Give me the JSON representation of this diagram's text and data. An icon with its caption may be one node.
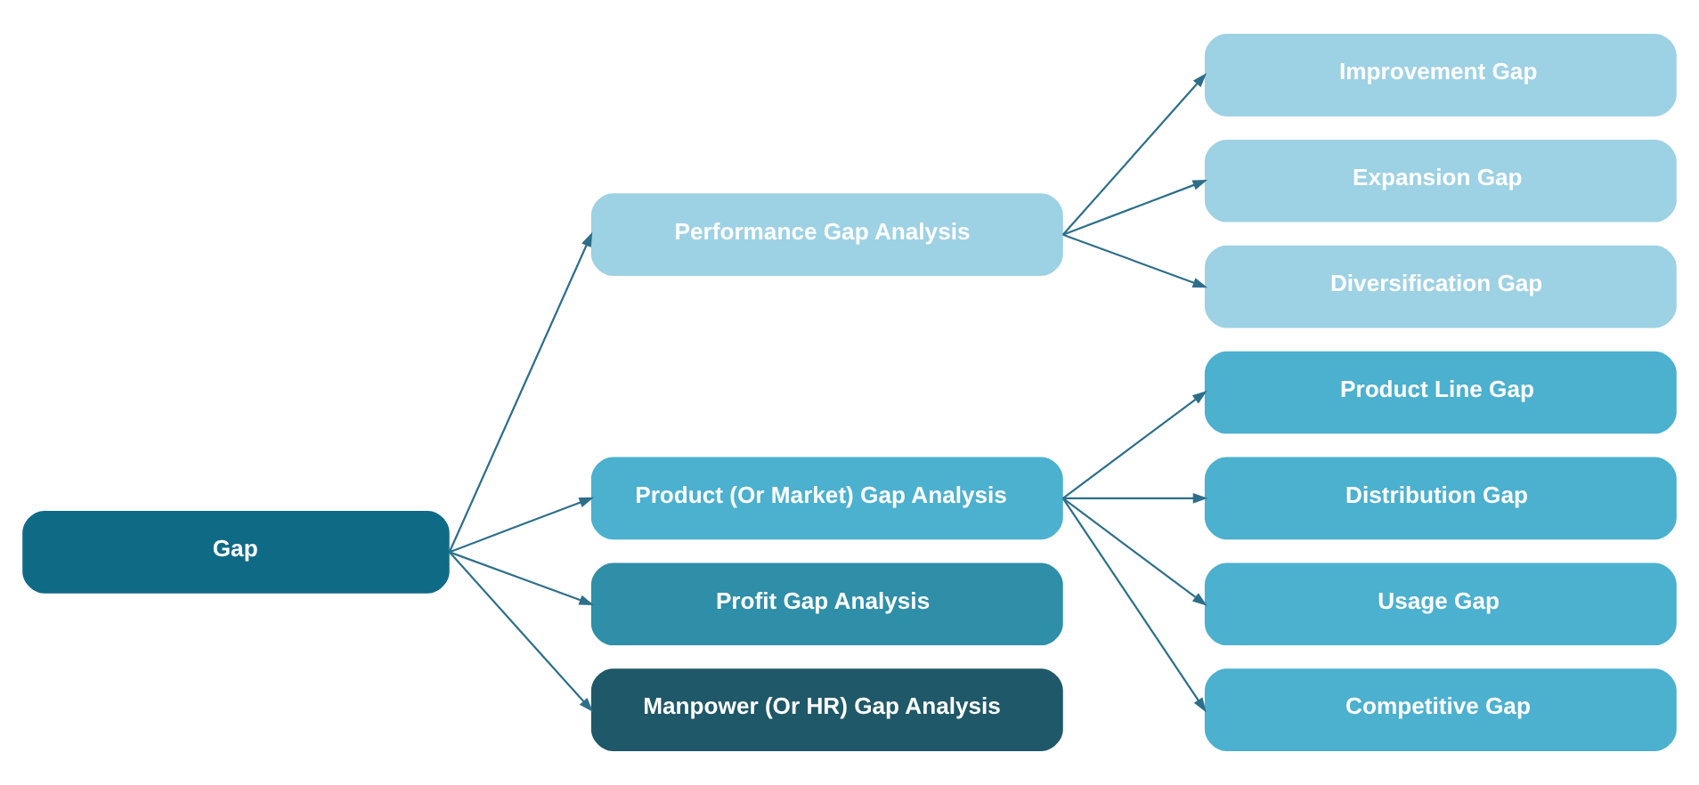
{
  "diagram": {
    "nodes": [
      {
        "text": [
          "Gap"
        ]
      },
      {
        "text": [
          "Performance Gap Analysis"
        ]
      },
      {
        "text": [
          "Product (Or Market) Gap Analysis"
        ]
      },
      {
        "text": [
          "Profit Gap Analysis"
        ]
      },
      {
        "text": [
          "Manpower (Or HR) Gap Analysis"
        ]
      },
      {
        "text": [
          "Improvement Gap"
        ]
      },
      {
        "text": [
          "Expansion Gap"
        ]
      },
      {
        "text": [
          "Diversification Gap"
        ]
      },
      {
        "text": [
          "Product Line Gap"
        ]
      },
      {
        "text": [
          "Distribution Gap"
        ]
      },
      {
        "text": [
          "Usage Gap"
        ]
      },
      {
        "text": [
          "Competitive Gap"
        ]
      }
    ],
    "edges": [
      {
        "from": 0,
        "to": 1,
        "arrow": "to"
      },
      {
        "from": 0,
        "to": 2,
        "arrow": "to"
      },
      {
        "from": 0,
        "to": 3,
        "arrow": "to"
      },
      {
        "from": 0,
        "to": 4,
        "arrow": "to"
      },
      {
        "from": 1,
        "to": 5,
        "arrow": "to"
      },
      {
        "from": 1,
        "to": 6,
        "arrow": "to"
      },
      {
        "from": 1,
        "to": 7,
        "arrow": "to"
      },
      {
        "from": 2,
        "to": 8,
        "arrow": "to"
      },
      {
        "from": 2,
        "to": 9,
        "arrow": "to"
      },
      {
        "from": 2,
        "to": 10,
        "arrow": "to"
      },
      {
        "from": 2,
        "to": 11,
        "arrow": "to"
      }
    ]
  }
}
